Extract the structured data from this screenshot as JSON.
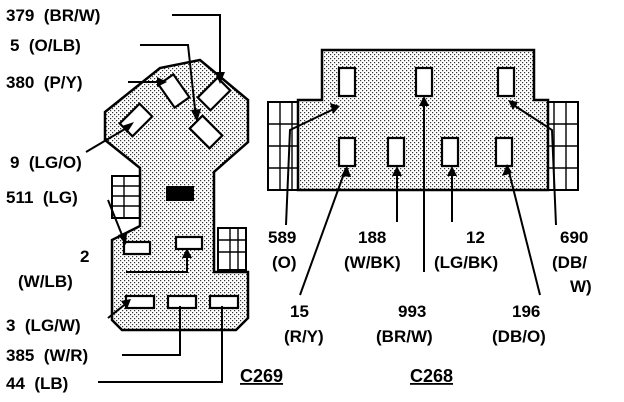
{
  "left_connector": {
    "id": "C269",
    "labels": [
      {
        "key": "w379",
        "text": "379  (BR/W)"
      },
      {
        "key": "w5",
        "text": "5  (O/LB)"
      },
      {
        "key": "w380",
        "text": "380  (P/Y)"
      },
      {
        "key": "w9",
        "text": "9  (LG/O)"
      },
      {
        "key": "w511",
        "text": "511  (LG)"
      },
      {
        "key": "w2a",
        "text": "2"
      },
      {
        "key": "w2b",
        "text": "(W/LB)"
      },
      {
        "key": "w3",
        "text": "3  (LG/W)"
      },
      {
        "key": "w385",
        "text": "385  (W/R)"
      },
      {
        "key": "w44",
        "text": "44  (LB)"
      }
    ]
  },
  "right_connector": {
    "id": "C268",
    "labels": [
      {
        "key": "w589a",
        "text": "589"
      },
      {
        "key": "w589b",
        "text": "(O)"
      },
      {
        "key": "w188a",
        "text": "188"
      },
      {
        "key": "w188b",
        "text": "(W/BK)"
      },
      {
        "key": "w12a",
        "text": "12"
      },
      {
        "key": "w12b",
        "text": "(LG/BK)"
      },
      {
        "key": "w690a",
        "text": "690"
      },
      {
        "key": "w690b",
        "text": "(DB/"
      },
      {
        "key": "w690c",
        "text": "W)"
      },
      {
        "key": "w15a",
        "text": "15"
      },
      {
        "key": "w15b",
        "text": "(R/Y)"
      },
      {
        "key": "w993a",
        "text": "993"
      },
      {
        "key": "w993b",
        "text": "(BR/W)"
      },
      {
        "key": "w196a",
        "text": "196"
      },
      {
        "key": "w196b",
        "text": "(DB/O)"
      }
    ]
  }
}
